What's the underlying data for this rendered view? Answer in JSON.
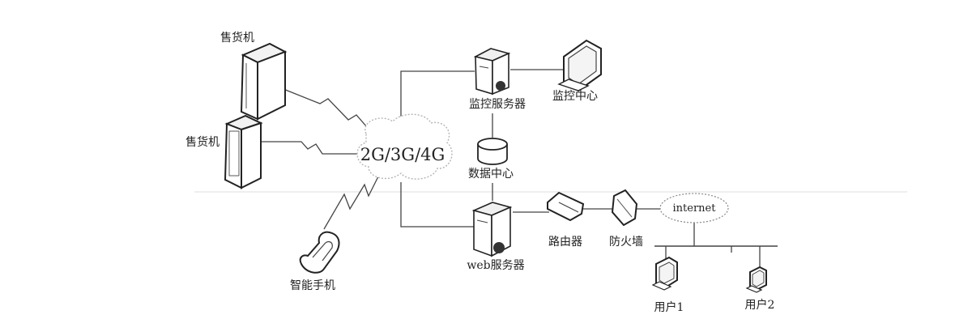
{
  "nodes": {
    "vending1": "售货机",
    "vending2": "售货机",
    "phone": "智能手机",
    "network": "2G/3G/4G",
    "monitor_server": "监控服务器",
    "monitor_center": "监控中心",
    "data_center": "数据中心",
    "web_server": "web服务器",
    "router": "路由器",
    "firewall": "防火墙",
    "internet": "internet",
    "user1": "用户1",
    "user2": "用户2"
  }
}
